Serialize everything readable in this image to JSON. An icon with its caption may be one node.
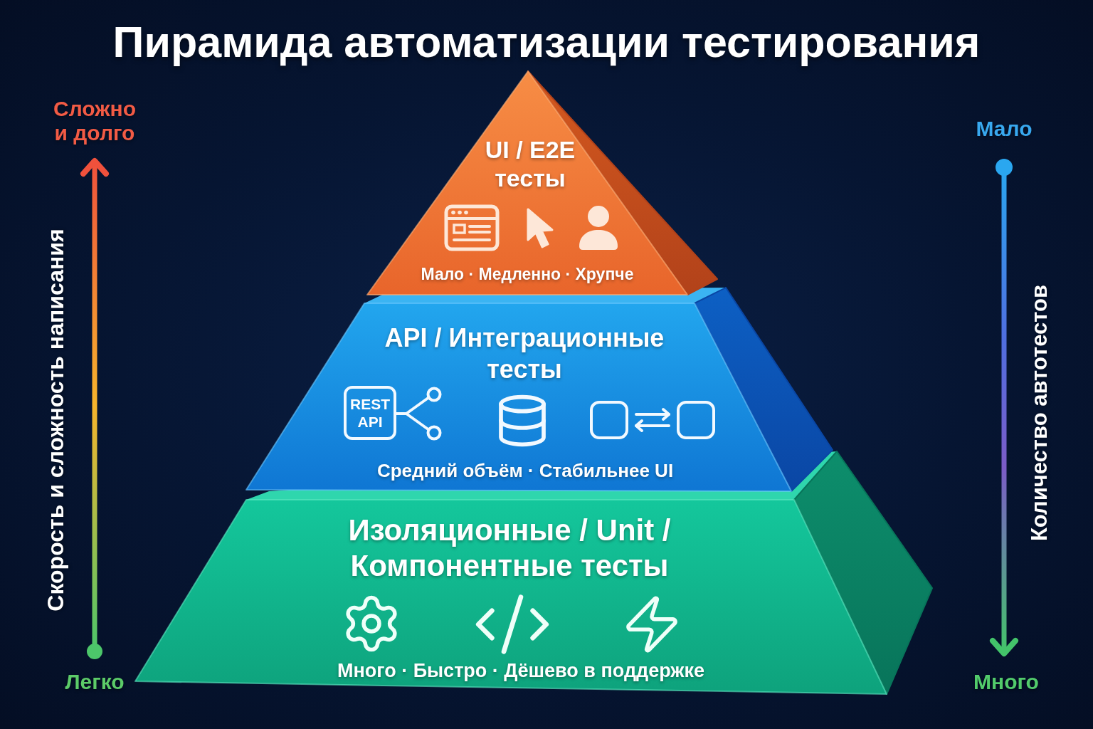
{
  "diagram": {
    "title": "Пирамида автоматизации тестирования",
    "nodes": [
      {
        "text": [
          "UI / E2E тесты",
          "Мало · Медленно · Хрупче"
        ]
      },
      {
        "text": [
          "API / Интеграционные тесты",
          "REST API",
          "Средний объём · Стабильнее UI"
        ]
      },
      {
        "text": [
          "Изоляционные / Unit / Компонентные тесты",
          "Много · Быстро · Дёшево в поддержке"
        ]
      }
    ],
    "labels": [
      "Сложно и долго",
      "Скорость и сложность написания",
      "Легко",
      "Мало",
      "Количество автотестов",
      "Много"
    ]
  }
}
